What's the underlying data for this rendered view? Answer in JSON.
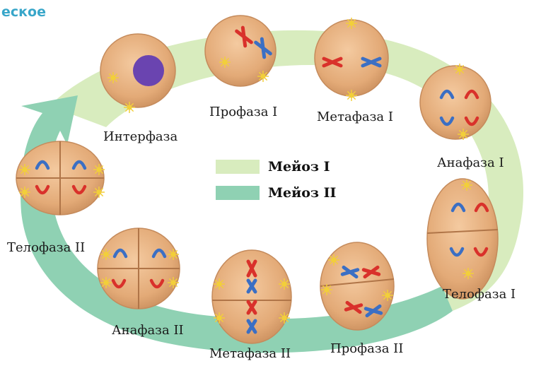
{
  "corner_text": "еское",
  "stages": {
    "interphase": "Интерфаза",
    "prophase1": "Профаза I",
    "metaphase1": "Метафаза I",
    "anaphase1": "Анафаза I",
    "telophase1": "Телофаза I",
    "prophase2": "Профаза II",
    "metaphase2": "Метафаза II",
    "anaphase2": "Анафаза II",
    "telophase2": "Телофаза II"
  },
  "legend": {
    "meiosis1": {
      "label": "Мейоз I",
      "color": "#d8ecbe"
    },
    "meiosis2": {
      "label": "Мейоз II",
      "color": "#8fd1b3"
    }
  },
  "colors": {
    "cell": "#e5b080",
    "cell_edge": "#c58b5c",
    "chrom_red": "#d9312b",
    "chrom_blue": "#3b6fc4",
    "nucleus": "#6a44b0",
    "centrosome": "#f2cf3a"
  }
}
